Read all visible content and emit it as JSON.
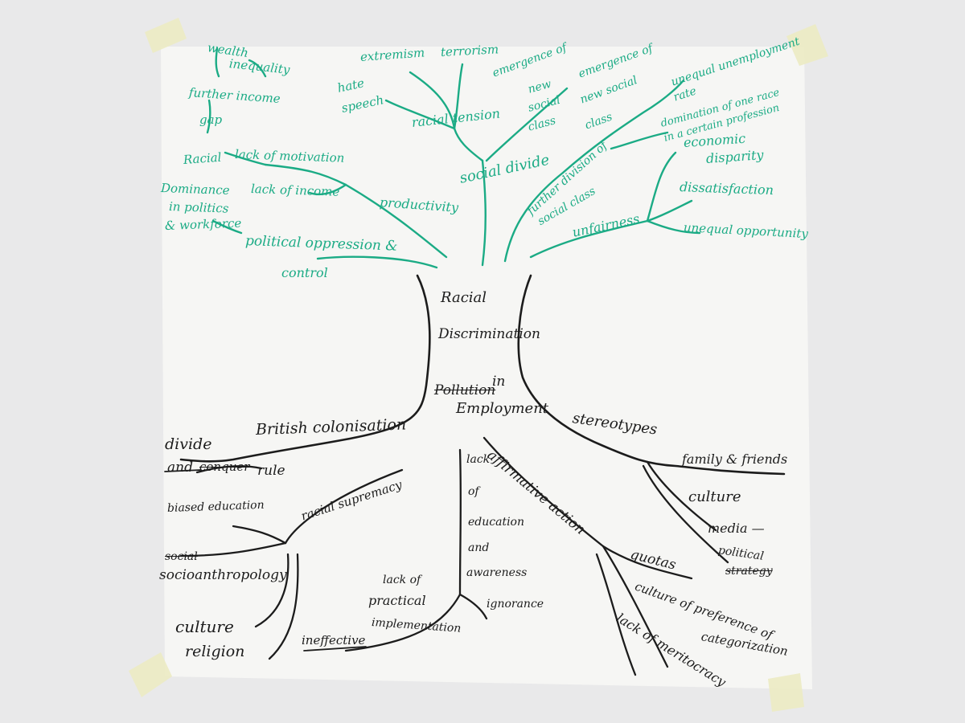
{
  "title": {
    "line1": "Racial",
    "line2": "Discrimination",
    "struck": "Pollution",
    "line3": "in",
    "line4": "Employment"
  },
  "effects": {
    "wealth": "wealth",
    "inequality": "inequality",
    "further_income": "further income",
    "gap": "gap",
    "extremism": "extremism",
    "terrorism": "terrorism",
    "hate": "hate",
    "speech": "speech",
    "racial_tension": "racial tension",
    "emergence_new_social_class_1": "emergence of",
    "new": "new",
    "social": "social",
    "class": "class",
    "emergence_new_social_class_2": "emergence of",
    "new_social": "new social",
    "class2": "class",
    "unequal_unemployment": "unequal unemployment",
    "rate": "rate",
    "domination_1": "domination of one race",
    "domination_2": "in a certain profession",
    "racial": "Racial",
    "lack_motivation": "lack of motivation",
    "dominance": "Dominance",
    "in_politics": "in politics",
    "workforce": "& workforce",
    "lack_income": "lack of income",
    "productivity": "productivity",
    "social_divide": "social divide",
    "further_division_1": "further division of",
    "further_division_2": "social class",
    "unfairness": "unfairness",
    "economic": "economic",
    "disparity": "disparity",
    "dissatisfaction": "dissatisfaction",
    "unequal_opportunity": "unequal opportunity",
    "political_oppression": "political oppression &",
    "control": "control"
  },
  "causes": {
    "british_colonisation": "British colonisation",
    "divide": "divide",
    "and": "and",
    "conquer_struck": "conquer",
    "rule": "rule",
    "racial_supremacy": "racial supremacy",
    "biased_education": "biased education",
    "social_struck": "social",
    "socioanthropology": "socioanthropology",
    "culture": "culture",
    "religion": "religion",
    "lack": "lack",
    "of": "of",
    "education": "education",
    "and2": "and",
    "awareness": "awareness",
    "ignorance": "ignorance",
    "lack_of": "lack of",
    "practical": "practical",
    "implementation": "implementation",
    "ineffective": "ineffective",
    "affirmative_action": "affirmative action",
    "quotas": "quotas",
    "culture_of_preference": "culture of preference of",
    "categorization": "categorization",
    "lack_meritocracy": "lack of meritocracy",
    "stereotypes": "stereotypes",
    "family_friends": "family & friends",
    "culture2": "culture",
    "media": "media —",
    "political": "political",
    "strategy_struck": "strategy"
  },
  "colors": {
    "green_marker": "#1bab85",
    "black_marker": "#1c1c1c",
    "paper": "#f6f6f4",
    "wall": "#e9e9ea",
    "tape": "#ecebc5"
  }
}
